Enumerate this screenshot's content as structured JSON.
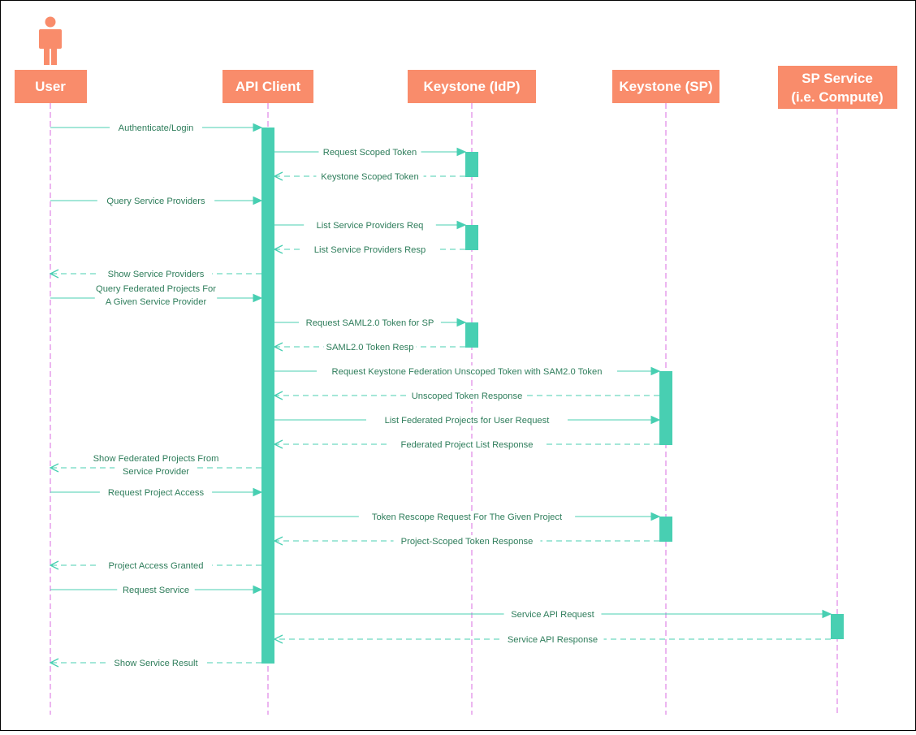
{
  "colors": {
    "actor": "#f98c6b",
    "activation": "#48cfb2",
    "message": "#48cfb2",
    "label": "#2e7d5b",
    "lifeline": "#d96ce0"
  },
  "user_icon": "person-icon",
  "actors": [
    {
      "id": "user",
      "label": "User"
    },
    {
      "id": "api",
      "label": "API Client"
    },
    {
      "id": "idp",
      "label": "Keystone (IdP)"
    },
    {
      "id": "sp",
      "label": "Keystone (SP)"
    },
    {
      "id": "svc",
      "label": "SP Service\n(i.e. Compute)"
    }
  ],
  "messages": [
    {
      "from": "user",
      "to": "api",
      "text": "Authenticate/Login",
      "kind": "request"
    },
    {
      "from": "api",
      "to": "idp",
      "text": "Request Scoped Token",
      "kind": "request"
    },
    {
      "from": "idp",
      "to": "api",
      "text": "Keystone Scoped Token",
      "kind": "response"
    },
    {
      "from": "user",
      "to": "api",
      "text": "Query Service Providers",
      "kind": "request"
    },
    {
      "from": "api",
      "to": "idp",
      "text": "List Service Providers Req",
      "kind": "request"
    },
    {
      "from": "idp",
      "to": "api",
      "text": "List Service Providers Resp",
      "kind": "response"
    },
    {
      "from": "api",
      "to": "user",
      "text": "Show Service Providers",
      "kind": "response"
    },
    {
      "from": "user",
      "to": "api",
      "text": "Query Federated Projects For\nA Given Service Provider",
      "kind": "request"
    },
    {
      "from": "api",
      "to": "idp",
      "text": "Request SAML2.0 Token for SP",
      "kind": "request"
    },
    {
      "from": "idp",
      "to": "api",
      "text": "SAML2.0 Token Resp",
      "kind": "response"
    },
    {
      "from": "api",
      "to": "sp",
      "text": "Request Keystone Federation Unscoped Token with SAM2.0 Token",
      "kind": "request"
    },
    {
      "from": "sp",
      "to": "api",
      "text": "Unscoped Token Response",
      "kind": "response"
    },
    {
      "from": "api",
      "to": "sp",
      "text": "List Federated Projects for User Request",
      "kind": "request"
    },
    {
      "from": "sp",
      "to": "api",
      "text": "Federated Project List Response",
      "kind": "response"
    },
    {
      "from": "api",
      "to": "user",
      "text": "Show Federated Projects From\nService Provider",
      "kind": "response"
    },
    {
      "from": "user",
      "to": "api",
      "text": "Request Project Access",
      "kind": "request"
    },
    {
      "from": "api",
      "to": "sp",
      "text": "Token Rescope Request For The Given Project",
      "kind": "request"
    },
    {
      "from": "sp",
      "to": "api",
      "text": "Project-Scoped Token Response",
      "kind": "response"
    },
    {
      "from": "api",
      "to": "user",
      "text": "Project Access Granted",
      "kind": "response"
    },
    {
      "from": "user",
      "to": "api",
      "text": "Request Service",
      "kind": "request"
    },
    {
      "from": "api",
      "to": "svc",
      "text": "Service API Request",
      "kind": "request"
    },
    {
      "from": "svc",
      "to": "api",
      "text": "Service API Response",
      "kind": "response"
    },
    {
      "from": "api",
      "to": "user",
      "text": "Show Service Result",
      "kind": "response"
    }
  ]
}
